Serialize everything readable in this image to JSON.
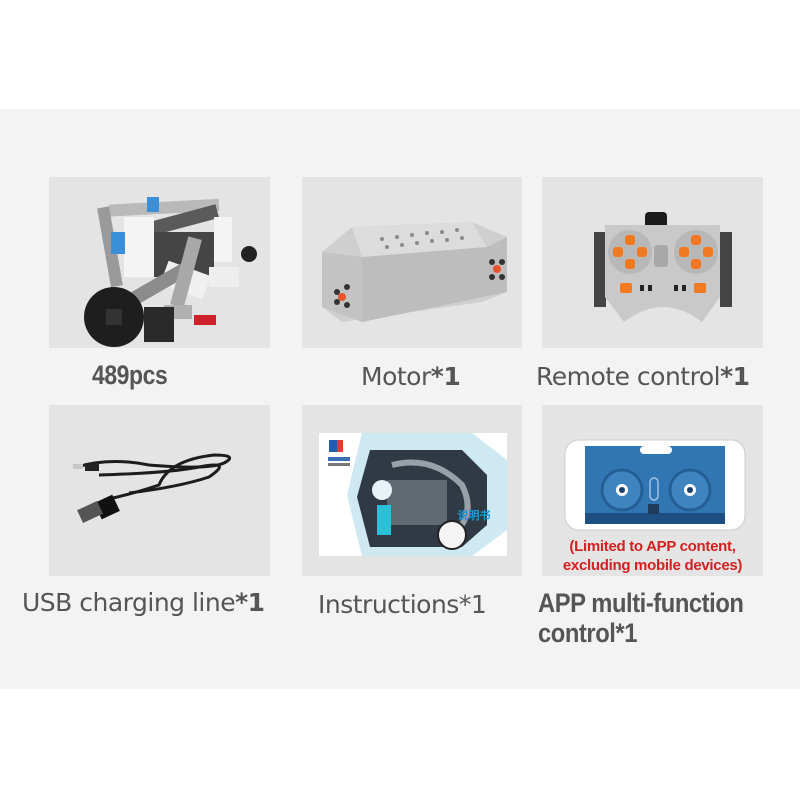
{
  "items": [
    {
      "label": "489pcs",
      "icon": "parts-pile-icon"
    },
    {
      "label_main": "Motor",
      "label_qty": "*1",
      "icon": "motor-block-icon"
    },
    {
      "label_main": "Remote control",
      "label_qty": "*1",
      "icon": "remote-control-icon"
    },
    {
      "label_main": "USB charging line",
      "label_qty": "*1",
      "icon": "usb-cable-icon"
    },
    {
      "label_main": "Instructions",
      "label_qty": "*1",
      "icon": "instruction-booklet-icon",
      "booklet_title": "说明书"
    },
    {
      "label_line1": "APP multi-function",
      "label_line2": "control*1",
      "icon": "phone-app-icon",
      "note_line1": "(Limited to APP content,",
      "note_line2": "excluding mobile devices)"
    }
  ],
  "colors": {
    "panel": "#f3f3f3",
    "cell": "#e4e4e4",
    "label": "#555555",
    "note": "#d42020",
    "remote_button": "#f07a22",
    "app_blue": "#2f76b3"
  }
}
